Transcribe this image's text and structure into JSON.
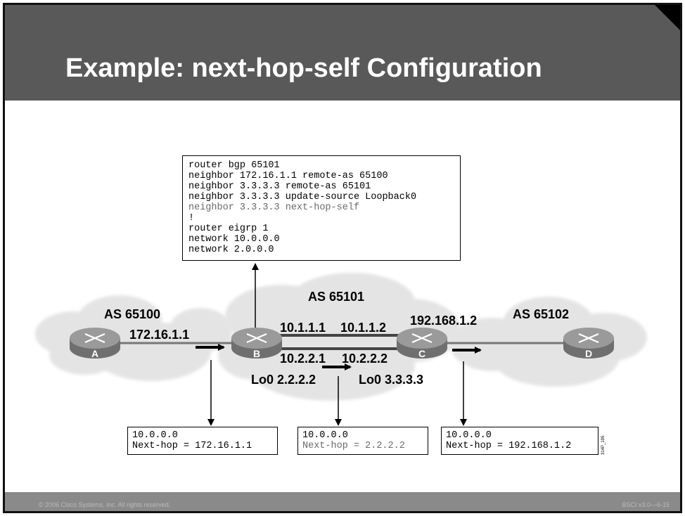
{
  "slide": {
    "title": "Example: next-hop-self Configuration",
    "copyright": "© 2006 Cisco Systems, Inc. All rights reserved.",
    "course_id": "BSCI v3.0—6-15",
    "figure_tag": "314P_195"
  },
  "config": {
    "lines": [
      "router bgp 65101",
      "neighbor 172.16.1.1 remote-as 65100",
      "neighbor 3.3.3.3 remote-as 65101",
      "neighbor 3.3.3.3 update-source Loopback0",
      "neighbor 3.3.3.3 next-hop-self",
      "!",
      "router eigrp 1",
      "network 10.0.0.0",
      "network 2.0.0.0"
    ]
  },
  "as_labels": {
    "left": "AS 65100",
    "middle": "AS 65101",
    "right": "AS 65102"
  },
  "routers": [
    "A",
    "B",
    "C",
    "D"
  ],
  "addresses": {
    "a_b_link": "172.16.1.1",
    "b_top": "10.1.1.1",
    "c_top": "10.1.1.2",
    "b_bottom": "10.2.2.1",
    "c_bottom": "10.2.2.2",
    "b_loopback": "Lo0 2.2.2.2",
    "c_loopback": "Lo0 3.3.3.3",
    "c_d_link": "192.168.1.2"
  },
  "next_hop_boxes": [
    {
      "network": "10.0.0.0",
      "next_hop": "Next-hop = 172.16.1.1"
    },
    {
      "network": "10.0.0.0",
      "next_hop": "Next-hop = 2.2.2.2"
    },
    {
      "network": "10.0.0.0",
      "next_hop": "Next-hop = 192.168.1.2"
    }
  ],
  "colors": {
    "header": "#595959",
    "footer": "#8a8a8a",
    "cloud": "#e4e4e4",
    "router": "#8c8c8c",
    "highlight_text": "#6a6a6a"
  }
}
